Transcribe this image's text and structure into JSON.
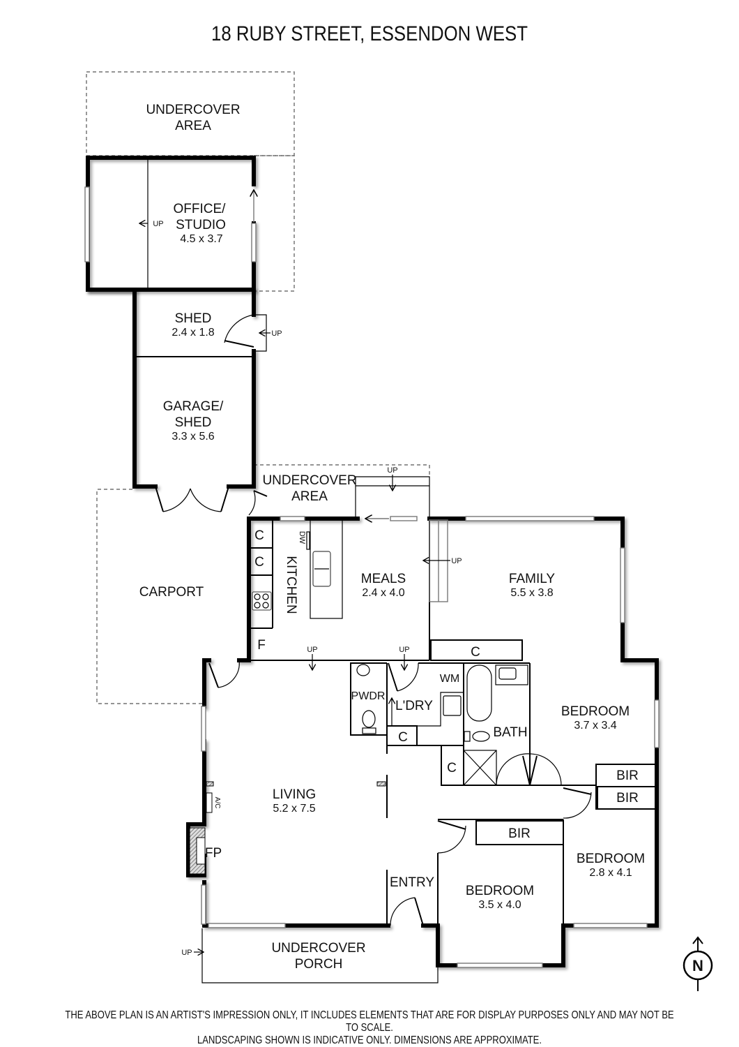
{
  "title": "18 RUBY STREET, ESSENDON WEST",
  "disclaimer": {
    "line1": "THE ABOVE PLAN IS AN ARTIST'S IMPRESSION ONLY, IT INCLUDES ELEMENTS THAT ARE FOR DISPLAY PURPOSES ONLY AND MAY NOT BE TO SCALE.",
    "line2": "LANDSCAPING SHOWN IS INDICATIVE ONLY. DIMENSIONS ARE APPROXIMATE."
  },
  "rooms": {
    "undercover_top": {
      "line1": "UNDERCOVER",
      "line2": "AREA"
    },
    "office": {
      "line1": "OFFICE/",
      "line2": "STUDIO",
      "dim": "4.5 x 3.7"
    },
    "shed": {
      "name": "SHED",
      "dim": "2.4 x 1.8"
    },
    "garage": {
      "line1": "GARAGE/",
      "line2": "SHED",
      "dim": "3.3 x 5.6"
    },
    "undercover_mid": {
      "line1": "UNDERCOVER",
      "line2": "AREA"
    },
    "carport": {
      "name": "CARPORT"
    },
    "kitchen": {
      "name": "KITCHEN"
    },
    "meals": {
      "name": "MEALS",
      "dim": "2.4 x 4.0"
    },
    "family": {
      "name": "FAMILY",
      "dim": "5.5 x 3.8"
    },
    "pwdr": {
      "name": "PWDR"
    },
    "laundry": {
      "name": "L'DRY"
    },
    "bath": {
      "name": "BATH"
    },
    "bedroom1": {
      "name": "BEDROOM",
      "dim": "3.7 x 3.4"
    },
    "living": {
      "name": "LIVING",
      "dim": "5.2 x 7.5"
    },
    "entry": {
      "name": "ENTRY"
    },
    "bedroom2": {
      "name": "BEDROOM",
      "dim": "3.5 x 4.0"
    },
    "bedroom3": {
      "name": "BEDROOM",
      "dim": "2.8 x 4.1"
    },
    "porch": {
      "line1": "UNDERCOVER",
      "line2": "PORCH"
    }
  },
  "fixtures": {
    "cupboard": "C",
    "fridge": "F",
    "dishwasher": "DW",
    "washing_machine": "WM",
    "bir": "BIR",
    "fireplace": "FP",
    "aircon": "A/C",
    "up": "UP",
    "north": "N"
  }
}
